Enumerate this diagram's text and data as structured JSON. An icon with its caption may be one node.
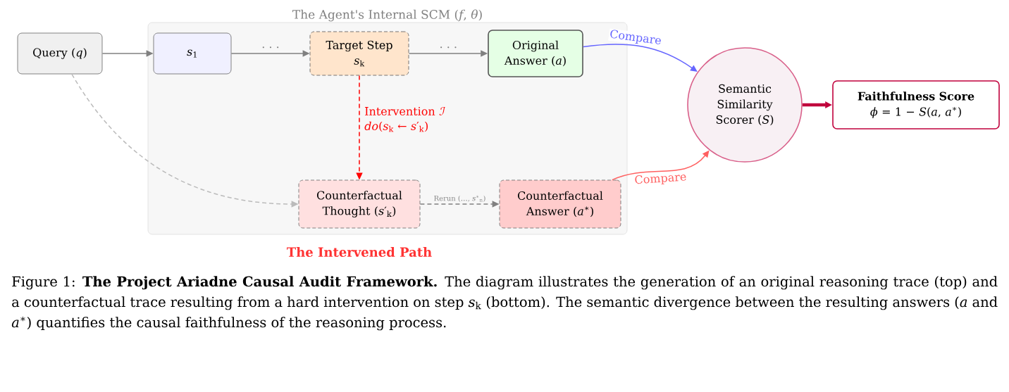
{
  "diagram": {
    "caption": "Figure 1: **The Project Ariadne Causal Audit Framework.** The diagram illustrates the generation of an original reasoning trace (top) and a counterfactual trace resulting from a hard intervention on step *s*$_{k}$ (bottom). The semantic divergence between the resulting answers (*a* and *a*$^{∗}$) quantifies the causal faithfulness of the reasoning process.",
    "nodes": [
      {
        "text": [
          "Query (*q*)"
        ]
      },
      {
        "text": [
          "The Agent's Internal SCM (*f*, *θ*)"
        ]
      },
      {
        "text": [
          "*s*$_{1}$"
        ],
        "in": 1
      },
      {
        "text": [
          "Target Step",
          "*s*$_{k}$"
        ],
        "in": 1
      },
      {
        "text": [
          "Original Answer (*a*)"
        ],
        "in": 1
      },
      {
        "text": [
          "Counterfactual Thought (*s*′$_{k}$)"
        ],
        "in": 1
      },
      {
        "text": [
          "Counterfactual Answer (*a*$^{∗}$)"
        ],
        "in": 1
      },
      {
        "text": [
          "Semantic Similarity Scorer (*S*)"
        ]
      },
      {
        "text": [
          "Faithfulness Score",
          "*ϕ* = 1 − *S*(*a*, *a*$^{∗}$)"
        ]
      }
    ],
    "edges": [
      {
        "from": 0,
        "to": 2,
        "arrow": "to"
      },
      {
        "from": 2,
        "to": 3,
        "arrow": "to",
        "label": "· · ·"
      },
      {
        "from": 3,
        "to": 4,
        "arrow": "to",
        "label": "· · ·"
      },
      {
        "from": 4,
        "to": 7,
        "arrow": "to",
        "label": "Compare",
        "color": "#6666ff"
      },
      {
        "from": 3,
        "to": 5,
        "arrow": "to",
        "label": "Intervention ℐ *do*(*s*$_{k}$ ← *s*′$_{k}$)",
        "style": "dashed",
        "color": "#ff0000"
      },
      {
        "from": 0,
        "to": 5,
        "arrow": "to",
        "style": "dashed",
        "color": "#bbbbbb"
      },
      {
        "from": 5,
        "to": 6,
        "arrow": "to",
        "label": "Rerun (…, *s*$^{∗}$$_{n}$)",
        "style": "dashed"
      },
      {
        "from": 6,
        "to": 7,
        "arrow": "to",
        "label": "Compare",
        "color": "#ff6060"
      },
      {
        "from": 7,
        "to": 8,
        "arrow": "to",
        "style": "thick",
        "color": "#c0003c"
      }
    ],
    "labels": [
      "The Intervened Path"
    ]
  }
}
